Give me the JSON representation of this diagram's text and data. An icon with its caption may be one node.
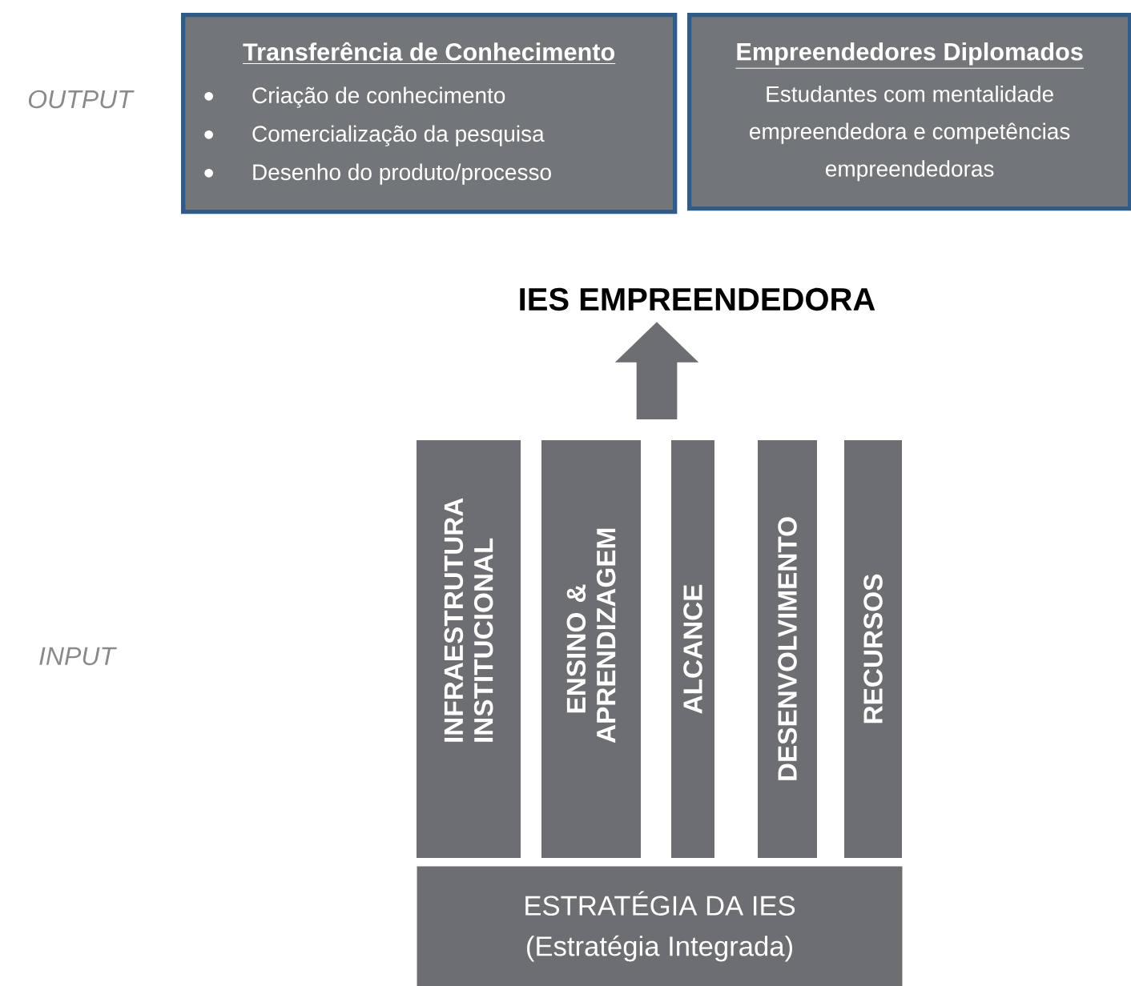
{
  "diagram": {
    "nodes": [
      {
        "text": [
          "Transferência de Conhecimento",
          "Criação de conhecimento",
          "Comercialização da pesquisa",
          "Desenho do produto/processo"
        ]
      },
      {
        "text": [
          "Empreendedores Diplomados",
          "Estudantes com mentalidade empreendedora e competências empreendedoras"
        ]
      },
      {
        "text": [
          "IES EMPREENDEDORA"
        ]
      },
      {
        "text": [
          "INFRAESTRUTURA INSTITUCIONAL"
        ]
      },
      {
        "text": [
          "ENSINO & APRENDIZAGEM"
        ]
      },
      {
        "text": [
          "ALCANCE"
        ]
      },
      {
        "text": [
          "DESENVOLVIMENTO"
        ]
      },
      {
        "text": [
          "RECURSOS"
        ]
      },
      {
        "text": [
          "ESTRATÉGIA DA IES",
          "(Estratégia Integrada)"
        ]
      }
    ],
    "edges": [
      {
        "from": null,
        "to": 2,
        "arrow": "to"
      }
    ],
    "labels": [
      "OUTPUT",
      "INPUT"
    ]
  }
}
